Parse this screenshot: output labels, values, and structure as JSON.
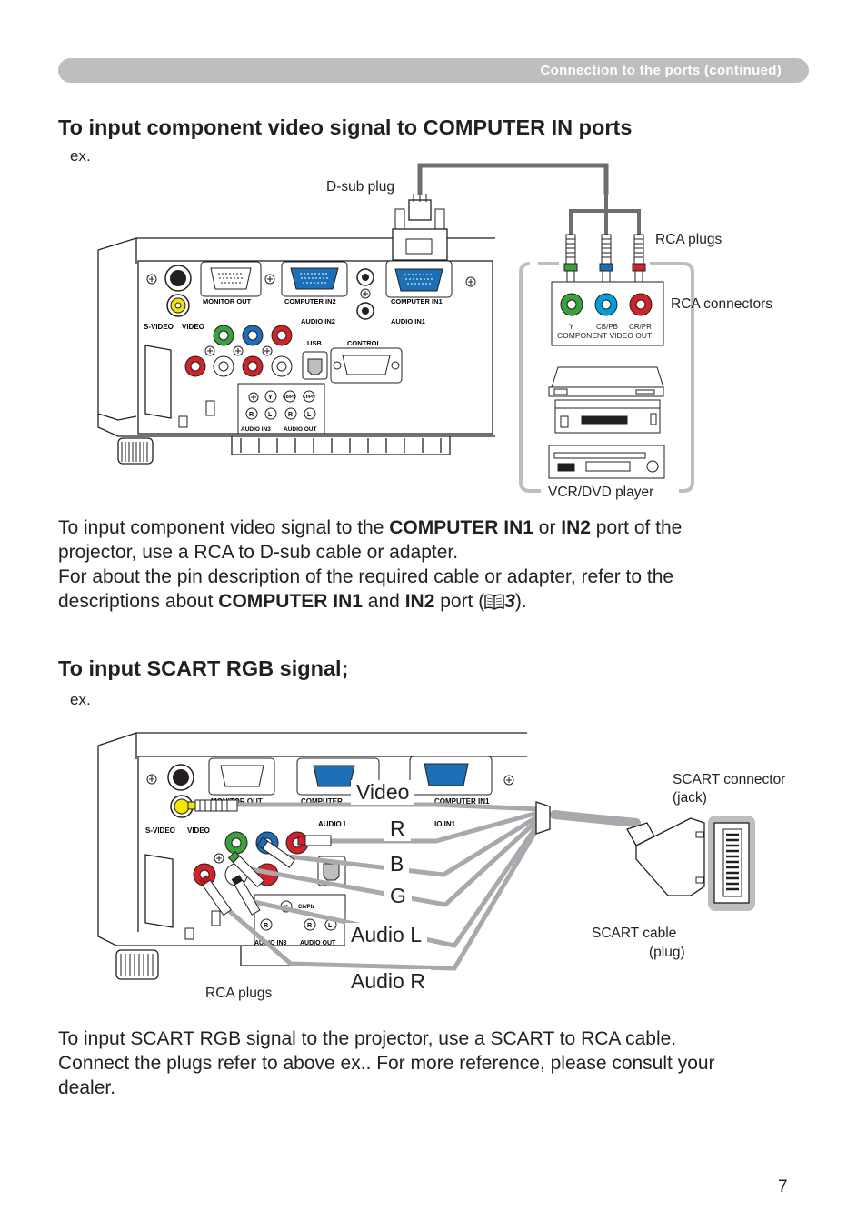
{
  "header": {
    "text": "Connection to the ports (continued)"
  },
  "section1": {
    "title": "To input component video signal to COMPUTER IN ports",
    "ex": "ex.",
    "labels": {
      "dsub_plug": "D-sub plug",
      "rca_plugs": "RCA plugs",
      "rca_connectors": "RCA connectors",
      "vcr_dvd": "VCR/DVD player"
    },
    "panel": {
      "s_video": "S-VIDEO",
      "video": "VIDEO",
      "monitor_out": "MONITOR OUT",
      "computer_in2": "COMPUTER IN2",
      "computer_in1": "COMPUTER IN1",
      "audio_in2": "AUDIO IN2",
      "audio_in1": "AUDIO IN1",
      "usb": "USB",
      "control": "CONTROL",
      "audio_in3": "AUDIO IN3",
      "audio_out": "AUDIO OUT",
      "y": "Y",
      "cb_pb": "Cb/Pb",
      "cr_pr": "Cr/Pr",
      "r": "R",
      "l": "L"
    },
    "component_out": {
      "y": "Y",
      "cb_pb": "CB/PB",
      "cr_pr": "CR/PR",
      "label": "COMPONENT VIDEO OUT"
    },
    "para": {
      "l1_a": "To input component video signal to the ",
      "l1_b": "COMPUTER IN1",
      "l1_c": " or ",
      "l1_d": "IN2",
      "l1_e": " port of the",
      "l2": "projector, use a RCA to D-sub cable or adapter.",
      "l3": "For about the pin description of the required cable or adapter, refer to the",
      "l4_a": "descriptions about ",
      "l4_b": "COMPUTER IN1",
      "l4_c": " and ",
      "l4_d": "IN2",
      "l4_e": " port (",
      "l4_ref": "3",
      "l4_f": ")."
    }
  },
  "section2": {
    "title": "To input SCART RGB signal;",
    "ex": "ex.",
    "signals": [
      "Video",
      "R",
      "B",
      "G",
      "Audio L",
      "Audio R"
    ],
    "labels": {
      "scart_connector": "SCART connector",
      "scart_connector2": "(jack)",
      "scart_cable": "SCART cable",
      "scart_cable2": "(plug)",
      "rca_plugs": "RCA plugs"
    },
    "panel": {
      "s_video": "S-VIDEO",
      "video": "VIDEO",
      "monitor_out": "MONITOR OUT",
      "computer": "COMPUTER",
      "computer_in1": "COMPUTER IN1",
      "audio_i": "AUDIO I",
      "audio_in1": "IO IN1",
      "audio_in3": "AUDIO IN3",
      "audio_out": "AUDIO OUT",
      "y": "Y",
      "cb_pb": "Cb/Pb",
      "r": "R",
      "l": "L"
    },
    "para": {
      "l1": "To input SCART RGB signal to the projector, use a SCART to RCA cable.",
      "l2": "Connect the plugs refer to above ex.. For more reference, please consult your",
      "l3": "dealer."
    }
  },
  "page_number": "7",
  "colors": {
    "header_bar": "#bcbec0",
    "text": "#231f20",
    "green": "#3aa13c",
    "blue": "#1c6fb5",
    "red": "#d2232a",
    "yellow": "#f3e500",
    "cable_gray": "#a7a9ac"
  }
}
